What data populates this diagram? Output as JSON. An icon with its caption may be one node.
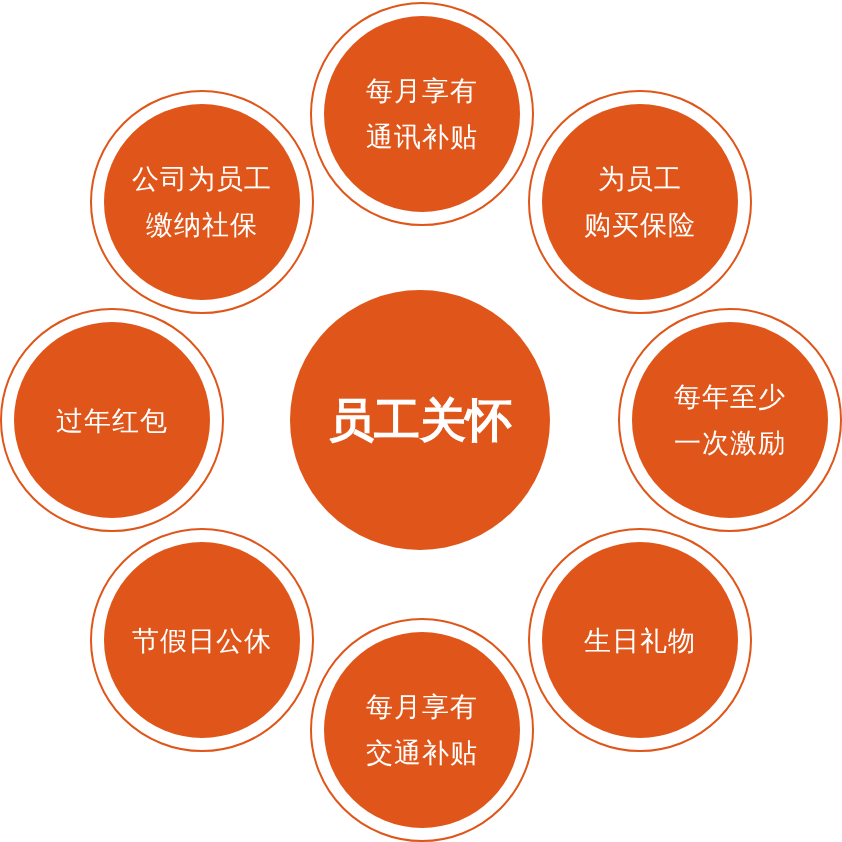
{
  "diagram": {
    "nodes": [
      {
        "text": [
          "员工关怀"
        ]
      },
      {
        "text": [
          "每月享有通讯补贴"
        ]
      },
      {
        "text": [
          "为员工购买保险"
        ]
      },
      {
        "text": [
          "每年至少一次激励"
        ]
      },
      {
        "text": [
          "生日礼物"
        ]
      },
      {
        "text": [
          "每月享有交通补贴"
        ]
      },
      {
        "text": [
          "节假日公休"
        ]
      },
      {
        "text": [
          "过年红包"
        ]
      },
      {
        "text": [
          "公司为员工缴纳社保"
        ]
      }
    ]
  }
}
